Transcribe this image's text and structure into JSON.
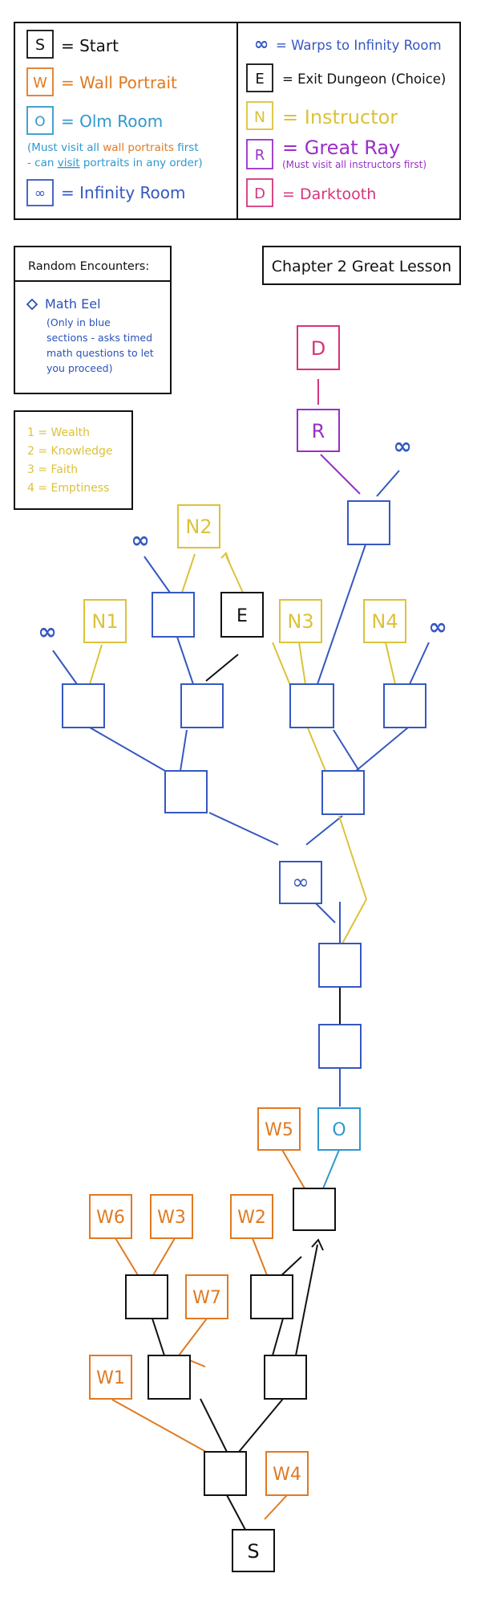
{
  "colors": {
    "black": "#111111",
    "wall": "#e07a22",
    "olm": "#2f98cf",
    "infinity": "#3558c0",
    "instructor": "#dcc23a",
    "ray": "#9b2fc8",
    "darktooth": "#d6347c",
    "eel": "#2a52b8"
  },
  "legend": {
    "start": {
      "glyph": "S",
      "text": "= Start"
    },
    "wall": {
      "glyph": "W",
      "text": "= Wall Portrait"
    },
    "olm": {
      "glyph": "O",
      "text": "= Olm Room"
    },
    "olm_note_1a": "(Must visit all ",
    "olm_note_1b": "wall portraits",
    "olm_note_1c": " first",
    "olm_note_2a": "- can ",
    "olm_note_2b": "visit",
    "olm_note_2c": " portraits in any order)",
    "infinity": {
      "glyph": "∞",
      "text": "= Infinity Room"
    },
    "warp": {
      "glyph": "∞",
      "text": "= Warps to Infinity Room"
    },
    "exit": {
      "glyph": "E",
      "text": "= Exit Dungeon (Choice)"
    },
    "instructor": {
      "glyph": "N",
      "text": "= Instructor"
    },
    "ray": {
      "glyph": "R",
      "text": "= Great Ray"
    },
    "ray_note": "(Must visit all instructors first)",
    "darktooth": {
      "glyph": "D",
      "text": "= Darktooth"
    }
  },
  "encounters": {
    "title": "Random Encounters:",
    "eel_name": "Math Eel",
    "eel_note": [
      "(Only in blue",
      "sections - asks timed",
      "math questions to let",
      "you proceed)"
    ]
  },
  "chapter_title": "Chapter 2 Great Lesson",
  "instructor_key": [
    "1 = Wealth",
    "2 = Knowledge",
    "3 = Faith",
    "4 = Emptiness"
  ],
  "map": {
    "start": "S",
    "walls": [
      "W1",
      "W2",
      "W3",
      "W4",
      "W5",
      "W6",
      "W7"
    ],
    "olm": "O",
    "infinity_room": "∞",
    "instructors": [
      "N1",
      "N2",
      "N3",
      "N4"
    ],
    "exit": "E",
    "ray": "R",
    "darktooth": "D",
    "warp_symbol": "∞"
  }
}
